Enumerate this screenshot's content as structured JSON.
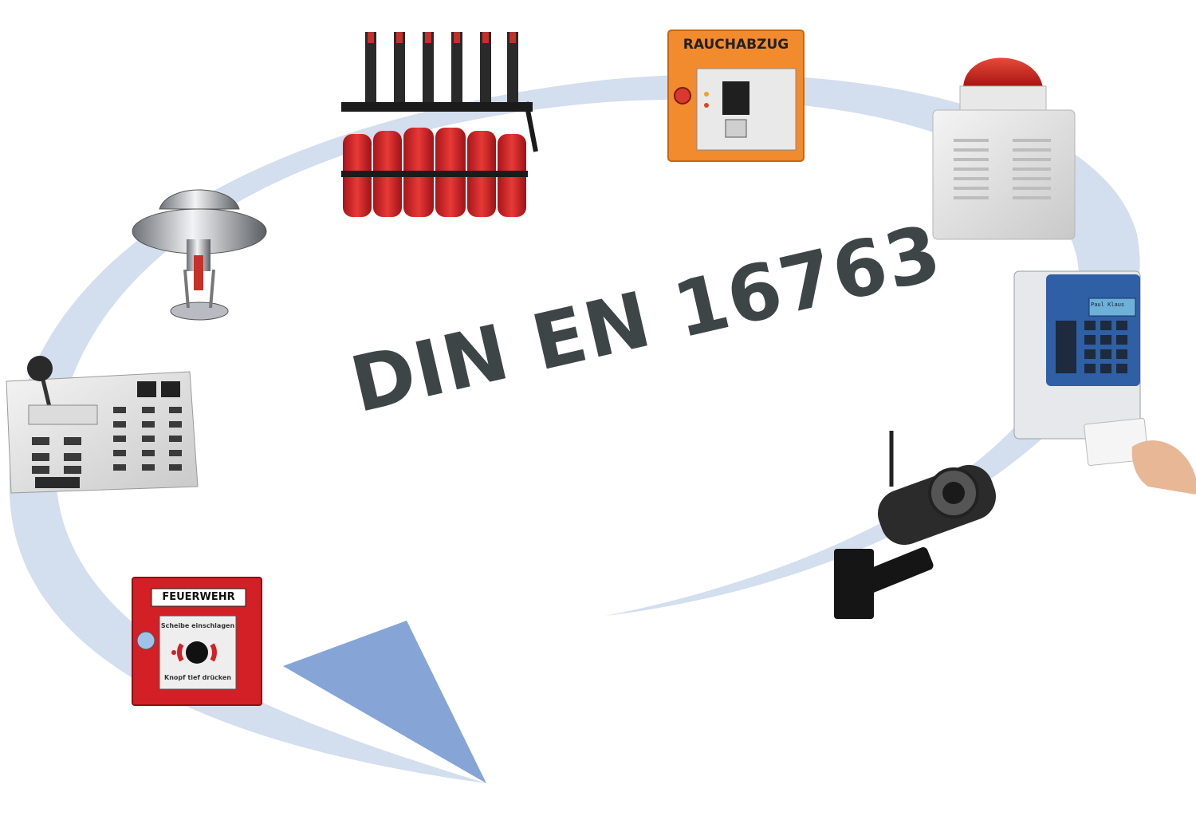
{
  "title": "DIN EN 16763",
  "devices": [
    {
      "name": "gas-extinguishing-cylinders"
    },
    {
      "name": "smoke-vent-button",
      "label": "RAUCHABZUG"
    },
    {
      "name": "warning-siren-beacon"
    },
    {
      "name": "access-control-keypad",
      "display_text": "Paul Klaus"
    },
    {
      "name": "cctv-camera"
    },
    {
      "name": "fire-alarm-call-point",
      "label": "FEUERWEHR",
      "instruction_top": "Scheibe einschlagen",
      "instruction_bottom": "Knopf tief drücken"
    },
    {
      "name": "voice-alarm-console"
    },
    {
      "name": "sprinkler-head"
    }
  ],
  "colors": {
    "cycle_swoosh": "#c9d6ea",
    "arrow_head": "#7f9fd3",
    "title_text": "#3e4547",
    "fire_red": "#d31f26",
    "smoke_orange": "#f28a2e"
  }
}
